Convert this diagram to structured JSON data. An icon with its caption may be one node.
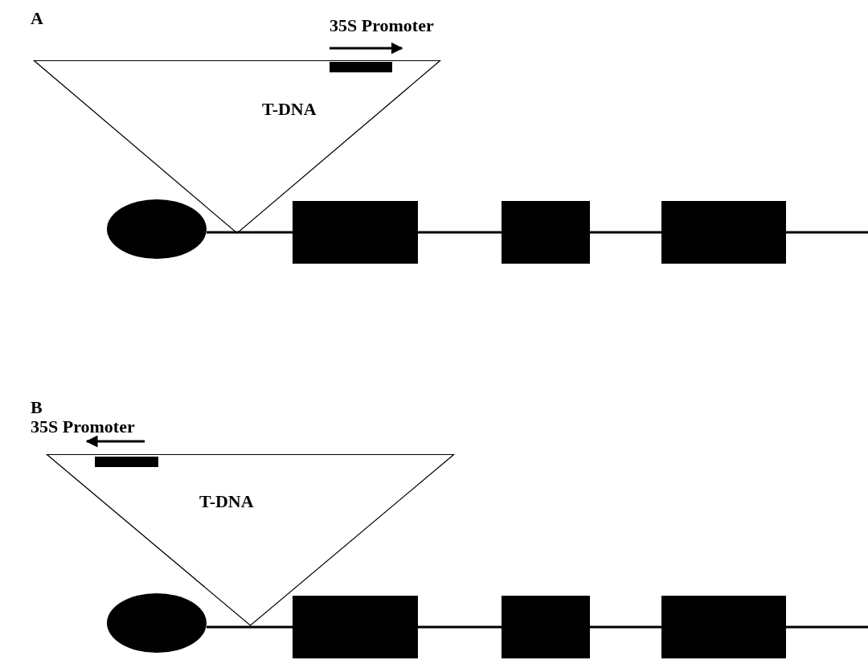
{
  "diagram": {
    "nodes": [
      {
        "text": [
          "T-DNA"
        ]
      },
      {
        "text": [
          "35S Promoter"
        ],
        "in": 0
      },
      {
        "text": [],
        "shape": "ellipse"
      },
      {
        "text": [],
        "shape": "box"
      },
      {
        "text": [],
        "shape": "box"
      },
      {
        "text": [],
        "shape": "box"
      },
      {
        "text": [
          "T-DNA"
        ]
      },
      {
        "text": [
          "35S Promoter"
        ],
        "in": 6
      },
      {
        "text": [],
        "shape": "ellipse"
      },
      {
        "text": [],
        "shape": "box"
      },
      {
        "text": [],
        "shape": "box"
      },
      {
        "text": [],
        "shape": "box"
      }
    ],
    "edges": [
      {
        "from": 2,
        "to": 3,
        "arrow": "none"
      },
      {
        "from": 3,
        "to": 4,
        "arrow": "none"
      },
      {
        "from": 4,
        "to": 5,
        "arrow": "none"
      },
      {
        "from": 5,
        "to": null,
        "arrow": "none"
      },
      {
        "from": 8,
        "to": 9,
        "arrow": "none"
      },
      {
        "from": 9,
        "to": 10,
        "arrow": "none"
      },
      {
        "from": 10,
        "to": 11,
        "arrow": "none"
      },
      {
        "from": 11,
        "to": null,
        "arrow": "none"
      }
    ],
    "labels": [
      "A",
      "B"
    ]
  }
}
